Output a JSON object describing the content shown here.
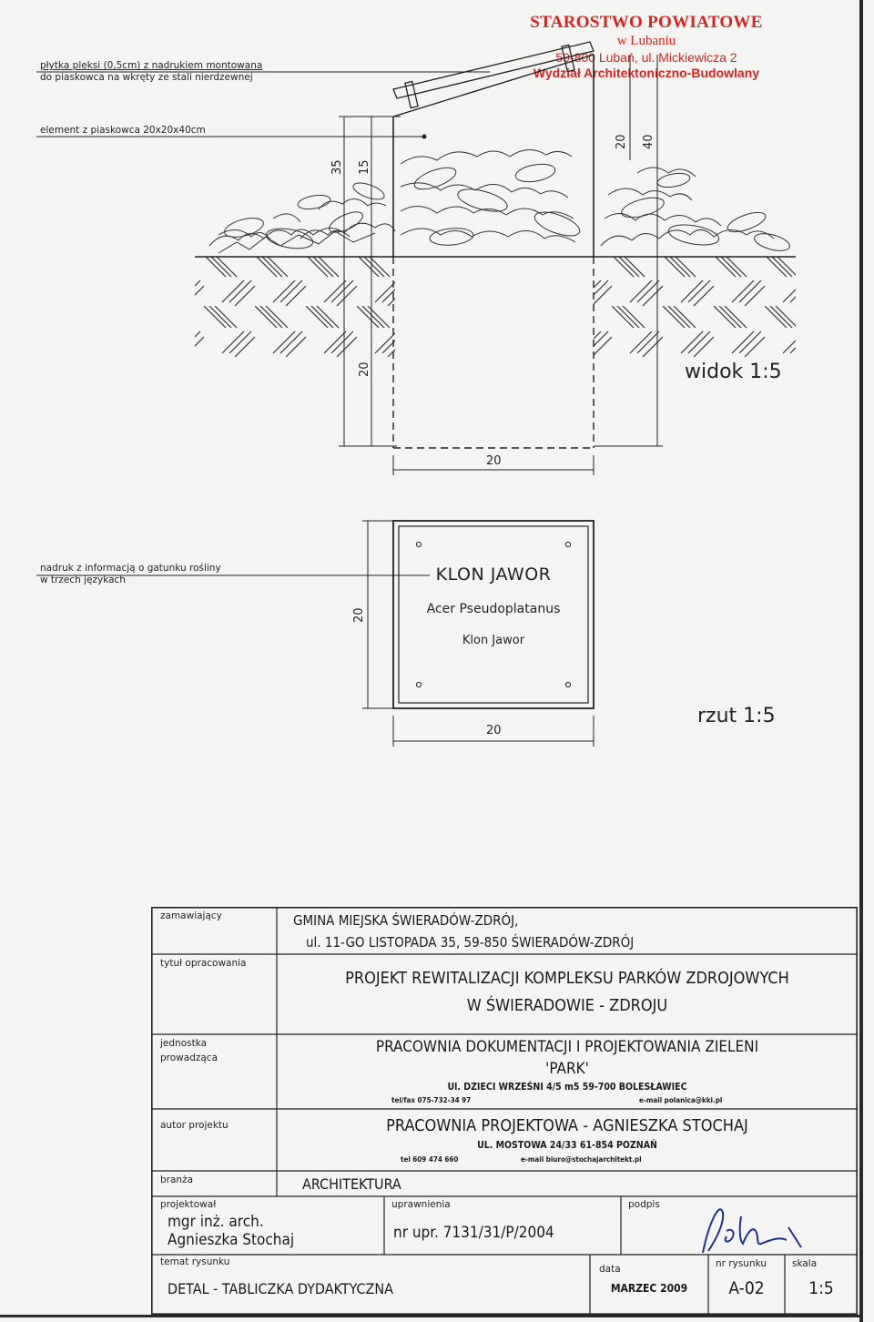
{
  "stamp": {
    "line1": "STAROSTWO POWIATOWE",
    "line2": "w Lubaniu",
    "line3": "59-800 Lubań, ul. Mickiewicza 2",
    "line4": "Wydział Architektoniczno-Budowlany"
  },
  "notes": {
    "plexi_line1": "płytka pleksi (0,5cm) z nadrukiem montowana",
    "plexi_line2": "do piaskowca na wkręty ze stali nierdzewnej",
    "sandstone": "element z piaskowca 20x20x40cm",
    "print_line1": "nadruk z informacją o gatunku rośliny",
    "print_line2": "w trzech językach"
  },
  "dimensions": {
    "d35": "35",
    "d15": "15",
    "d20_below": "20",
    "d20_width_view": "20",
    "d20_top_a": "20",
    "d40": "40",
    "d20_plan_height": "20",
    "d20_plan_width": "20"
  },
  "views": {
    "elevation": "widok 1:5",
    "plan": "rzut 1:5"
  },
  "plaque": {
    "title": "KLON JAWOR",
    "latin": "Acer Pseudoplatanus",
    "local": "Klon Jawor"
  },
  "title_block": {
    "client_label": "zamawiający",
    "client_line1": "GMINA MIEJSKA ŚWIERADÓW-ZDRÓJ,",
    "client_line2": "ul. 11-GO LISTOPADA 35, 59-850 ŚWIERADÓW-ZDRÓJ",
    "title_label": "tytuł opracowania",
    "title_line1": "PROJEKT REWITALIZACJI KOMPLEKSU PARKÓW ZDROJOWYCH",
    "title_line2": "W ŚWIERADOWIE - ZDROJU",
    "unit_label_1": "jednostka",
    "unit_label_2": "prowadząca",
    "unit_line1": "PRACOWNIA DOKUMENTACJI I PROJEKTOWANIA ZIELENI",
    "unit_line2": "'PARK'",
    "unit_addr": "Ul. DZIECI WRZEŚNI 4/5 m5     59-700  BOLESŁAWIEC",
    "unit_tel": "tel/fax 075-732-34 97",
    "unit_email": "e-mail  polanica@kki.pl",
    "author_label": "autor projektu",
    "author_line1": "PRACOWNIA PROJEKTOWA - AGNIESZKA STOCHAJ",
    "author_addr": "UL. MOSTOWA    24/33    61-854    POZNAŃ",
    "author_tel": "tel 609 474 660",
    "author_email": "e-mail      biuro@stochajarchitekt.pl",
    "branch_label": "branża",
    "branch": "ARCHITEKTURA",
    "designer_label": "projektował",
    "designer_line1": "mgr inż. arch.",
    "designer_line2": "Agnieszka Stochaj",
    "license_label": "uprawnienia",
    "license": "nr upr. 7131/31/P/2004",
    "signature_label": "podpis",
    "drawing_label": "temat rysunku",
    "drawing": "DETAL  -  TABLICZKA DYDAKTYCZNA",
    "date_label": "data",
    "date": "MARZEC 2009",
    "number_label": "nr rysunku",
    "number": "A-02",
    "scale_label": "skala",
    "scale": "1:5"
  }
}
